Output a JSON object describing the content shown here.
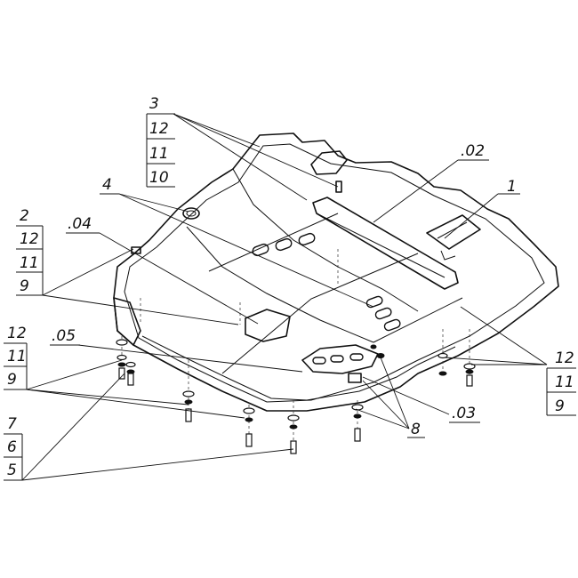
{
  "labels": {
    "l3": "3",
    "l12a": "12",
    "l11a": "11",
    "l10": "10",
    "l02": ".02",
    "l1": "1",
    "l4": "4",
    "l2": "2",
    "l12b": "12",
    "l11b": "11",
    "l9b": "9",
    "l04": ".04",
    "l12c": "12",
    "l11c": "11",
    "l9c": "9",
    "l05": ".05",
    "l7": "7",
    "l6": "6",
    "l5": "5",
    "l8": "8",
    "l03": ".03",
    "l12d": "12",
    "l11d": "11",
    "l9d": "9"
  }
}
